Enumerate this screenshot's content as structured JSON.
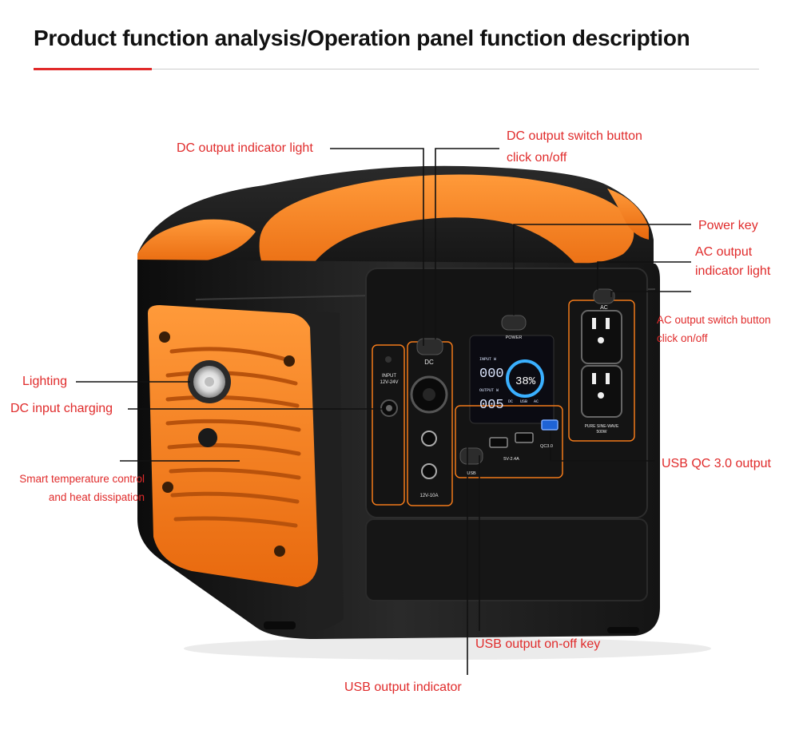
{
  "title": "Product function analysis/Operation panel function description",
  "labels": {
    "dc_output_indicator": "DC output indicator light",
    "dc_switch_line1": "DC output switch button",
    "dc_switch_line2": "click on/off",
    "power_key": "Power key",
    "ac_indicator_line1": "AC output",
    "ac_indicator_line2": "indicator light",
    "ac_switch_line1": "AC output switch button",
    "ac_switch_line2": "click on/off",
    "lighting": "Lighting",
    "dc_input": "DC input charging",
    "smart_temp_line1": "Smart temperature control",
    "smart_temp_line2": "and heat dissipation",
    "usb_qc": "USB QC 3.0 output",
    "usb_key": "USB output on-off key",
    "usb_indicator": "USB output indicator"
  },
  "panel": {
    "input_label": "INPUT",
    "input_spec": "12V-24V",
    "dc_label": "DC",
    "dc_spec": "12V-10A",
    "power_label": "POWER",
    "ac_label": "AC",
    "ac_spec_line1": "PURE SINE-WAVE",
    "ac_spec_line2": "500W",
    "usb_label": "USB",
    "usb_spec": "5V-2.4A",
    "qc_label": "QC3.0",
    "display_input_label": "INPUT W",
    "display_input_value": "000",
    "display_output_label": "OUTPUT W",
    "display_output_value": "005",
    "display_percent": "38%",
    "display_dc": "DC",
    "display_usb": "USB",
    "display_ac": "AC"
  },
  "colors": {
    "accent_red": "#e02b2b",
    "body_orange": "#f27a1a",
    "body_black": "#1a1a1a",
    "display_blue": "#3ab0ff"
  }
}
